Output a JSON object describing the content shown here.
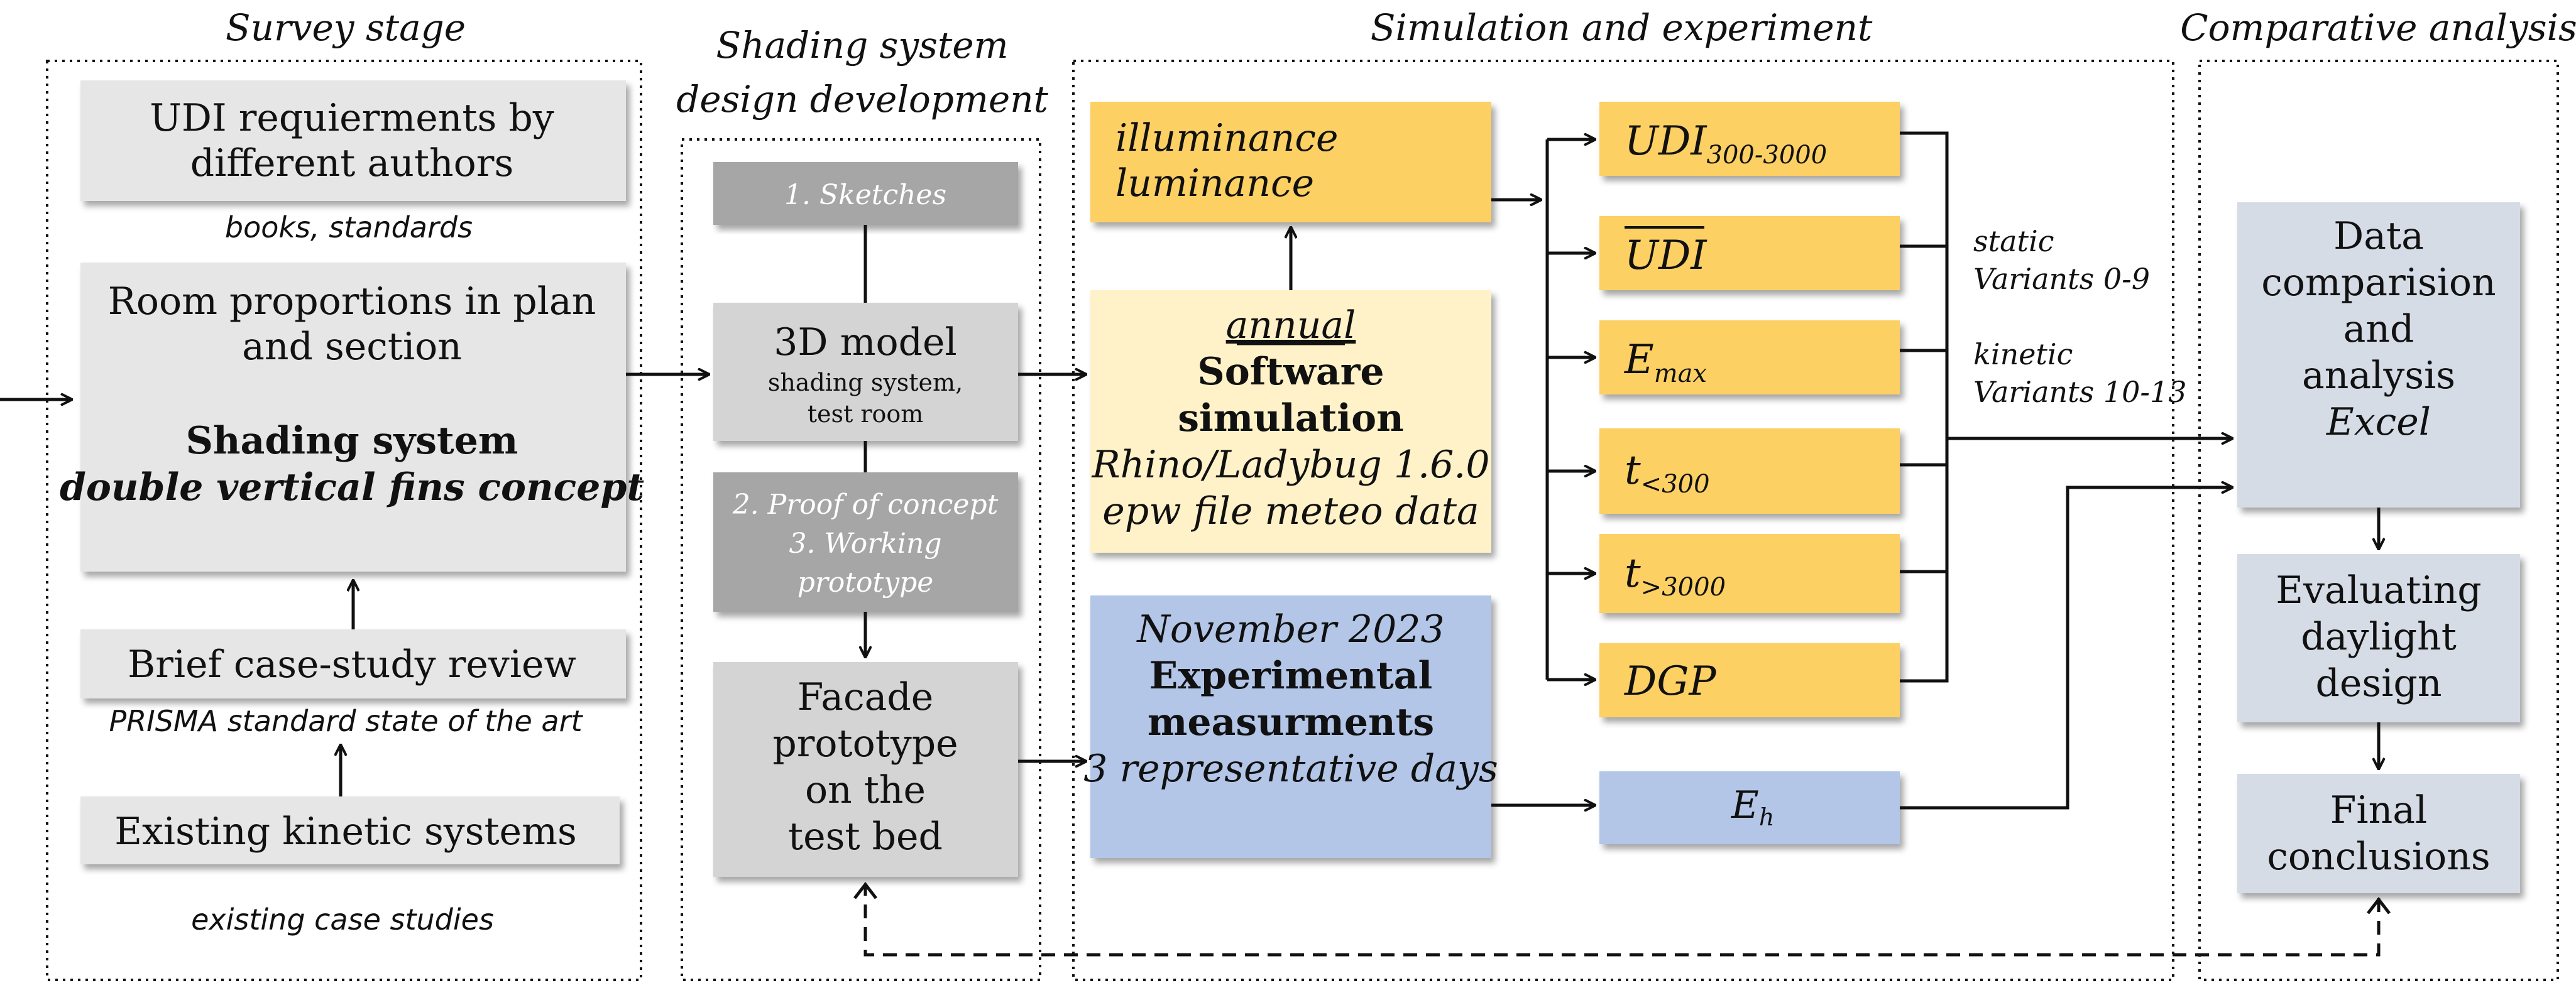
{
  "stages": {
    "survey": "Survey stage",
    "design_line1": "Shading system",
    "design_line2": "design development",
    "simulation": "Simulation and experiment",
    "comparative": "Comparative analysis"
  },
  "survey": {
    "udi_line1": "UDI requierments by",
    "udi_line2": "different authors",
    "books": "books, standards",
    "room_line1": "Room proportions in plan",
    "room_line2": "and section",
    "shading_title": "Shading system",
    "shading_concept": "double vertical fins concept",
    "brief_review": "Brief case-study review",
    "prisma": "PRISMA standard state of the art",
    "existing_systems": "Existing kinetic systems",
    "existing_cases": "existing case studies"
  },
  "design": {
    "sketches": "1. Sketches",
    "model_title": "3D model",
    "model_sub1": "shading system,",
    "model_sub2": "test room",
    "proof": "2.  Proof of concept",
    "working": "3. Working",
    "prototype": "prototype",
    "facade_line1": "Facade",
    "facade_line2": "prototype",
    "facade_line3": "on the",
    "facade_line4": "test bed"
  },
  "simulation": {
    "illuminance": "illuminance",
    "luminance": "luminance",
    "annual": "annual",
    "software1": "Software",
    "software2": "simulation",
    "rhino": "Rhino/Ladybug 1.6.0",
    "epw": "epw file meteo data",
    "november": "November 2023",
    "experimental": "Experimental",
    "measurements": "measurments",
    "days": "3 representative days"
  },
  "metrics": {
    "udi_range_main": "UDI",
    "udi_range_sub": "300-3000",
    "udi_bar": "UDI",
    "emax_main": "E",
    "emax_sub": "max",
    "t300_main": "t",
    "t300_sub": "<300",
    "t3000_main": "t",
    "t3000_sub": ">3000",
    "dgp": "DGP",
    "eh_main": "E",
    "eh_sub": "h"
  },
  "variants": {
    "static": "static",
    "static_variants": "Variants 0-9",
    "kinetic": "kinetic",
    "kinetic_variants": "Variants 10-13"
  },
  "analysis": {
    "data_line1": "Data",
    "data_line2": "comparision",
    "data_line3": "and",
    "data_line4": "analysis",
    "data_line5": "Excel",
    "eval_line1": "Evaluating",
    "eval_line2": "daylight",
    "eval_line3": "design",
    "final_line1": "Final",
    "final_line2": "conclusions"
  },
  "colors": {
    "light_gray": "#e6e6e6",
    "mid_gray": "#d4d4d4",
    "dark_gray": "#a6a6a6",
    "yellow": "#fcd063",
    "pale_yellow": "#fff2c8",
    "blue": "#b3c6e8",
    "gray_blue": "#d6dce6"
  }
}
